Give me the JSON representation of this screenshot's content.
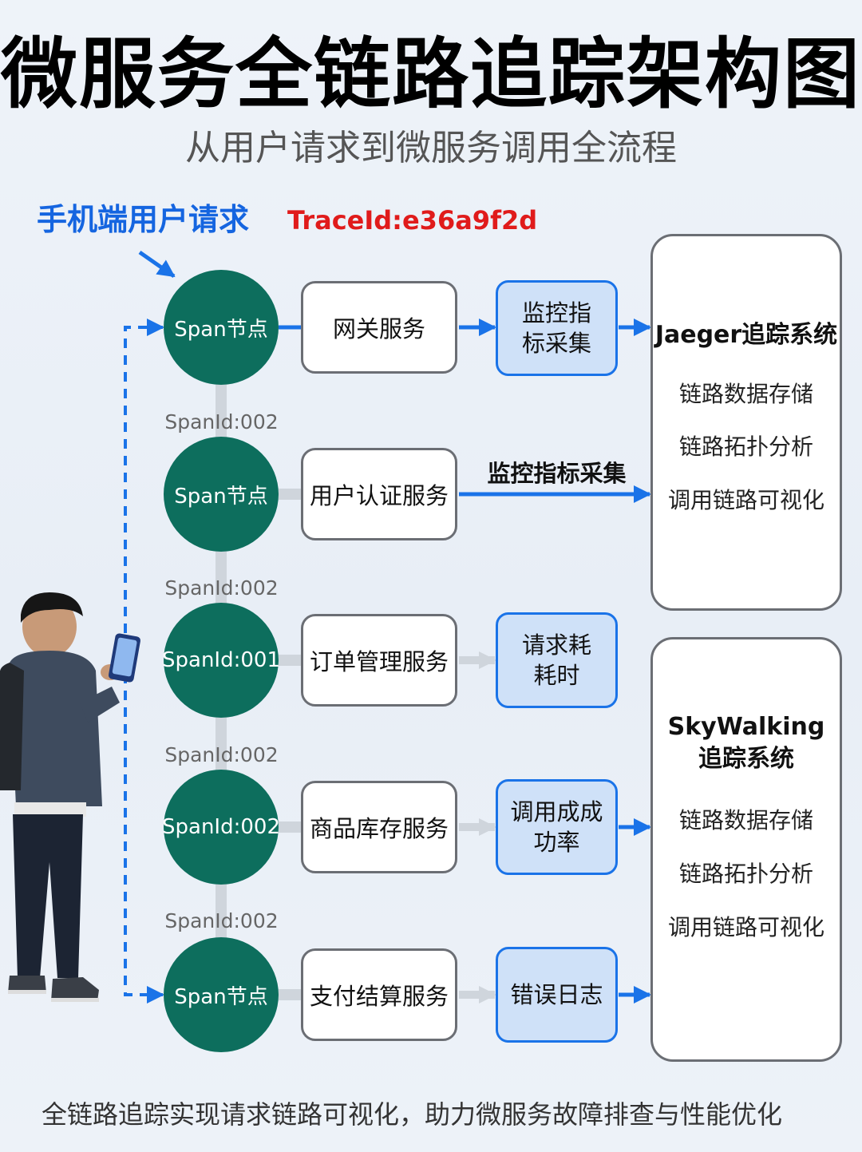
{
  "title": "微服务全链路追踪架构图",
  "subtitle": "从用户请求到微服务调用全流程",
  "request_label": "手机端用户请求",
  "trace_id": "TraceId:e36a9f2d",
  "rows": [
    {
      "node": "Span节点",
      "service": "网关服务",
      "metric": "监控指\n标采集"
    },
    {
      "node": "Span节点",
      "service": "用户认证服务",
      "arrow_label": "监控指标采集"
    },
    {
      "node": "SpanId:001",
      "service": "订单管理服务",
      "metric": "请求耗\n耗时"
    },
    {
      "node": "SpanId:002",
      "service": "商品库存服务",
      "metric": "调用成成\n功率"
    },
    {
      "node": "Span节点",
      "service": "支付结算服务",
      "metric": "错误日志"
    }
  ],
  "span_ids": [
    "SpanId:002",
    "SpanId:002",
    "SpanId:002",
    "SpanId:002"
  ],
  "systems": [
    {
      "title": "Jaeger追踪系统",
      "features": [
        "链路数据存储",
        "链路拓扑分析",
        "调用链路可视化"
      ]
    },
    {
      "title": "SkyWalking\n追踪系统",
      "features": [
        "链路数据存储",
        "链路拓扑分析",
        "调用链路可视化"
      ]
    }
  ],
  "footer": "全链路追踪实现请求链路可视化，助力微服务故障排查与性能优化",
  "colors": {
    "node": "#0d6e5d",
    "accent_blue": "#1565e0",
    "trace_red": "#e01b1b",
    "metric_fill": "#cfe1f8"
  }
}
